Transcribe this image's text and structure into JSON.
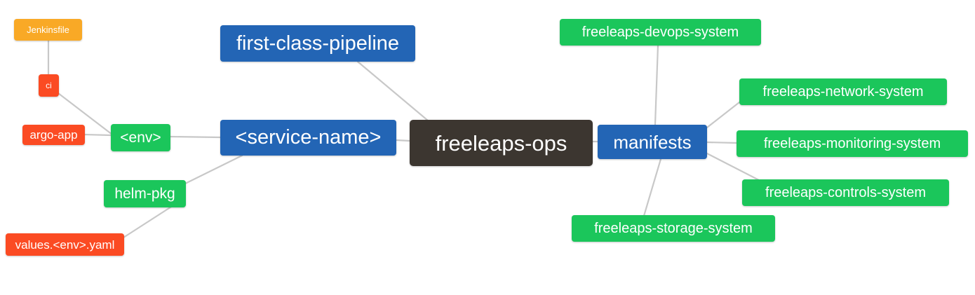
{
  "diagram": {
    "type": "mindmap",
    "title": "freeleaps-ops",
    "background": "#ffffff",
    "edge_color": "#c8c8c8",
    "palette": {
      "root": "#3c3630",
      "blue": "#2365b5",
      "green": "#1bc65b",
      "orange": "#f9a926",
      "red": "#fb4b23",
      "text": "#ffffff"
    }
  },
  "nodes": {
    "root": {
      "label": "freeleaps-ops",
      "color": "#3c3630"
    },
    "first_class_pipeline": {
      "label": "first-class-pipeline",
      "color": "#2365b5"
    },
    "service_name": {
      "label": "<service-name>",
      "color": "#2365b5"
    },
    "manifests": {
      "label": "manifests",
      "color": "#2365b5"
    },
    "env": {
      "label": "<env>",
      "color": "#1bc65b"
    },
    "helm_pkg": {
      "label": "helm-pkg",
      "color": "#1bc65b"
    },
    "jenkinsfile": {
      "label": "Jenkinsfile",
      "color": "#f9a926"
    },
    "ci": {
      "label": "ci",
      "color": "#fb4b23"
    },
    "argo_app": {
      "label": "argo-app",
      "color": "#fb4b23"
    },
    "values_yaml": {
      "label": "values.<env>.yaml",
      "color": "#fb4b23"
    },
    "devops_system": {
      "label": "freeleaps-devops-system",
      "color": "#1bc65b"
    },
    "network_system": {
      "label": "freeleaps-network-system",
      "color": "#1bc65b"
    },
    "monitoring_system": {
      "label": "freeleaps-monitoring-system",
      "color": "#1bc65b"
    },
    "controls_system": {
      "label": "freeleaps-controls-system",
      "color": "#1bc65b"
    },
    "storage_system": {
      "label": "freeleaps-storage-system",
      "color": "#1bc65b"
    }
  },
  "edges": [
    {
      "from": "root",
      "to": "first_class_pipeline"
    },
    {
      "from": "root",
      "to": "service_name"
    },
    {
      "from": "root",
      "to": "manifests"
    },
    {
      "from": "service_name",
      "to": "env"
    },
    {
      "from": "service_name",
      "to": "helm_pkg"
    },
    {
      "from": "env",
      "to": "ci"
    },
    {
      "from": "env",
      "to": "argo_app"
    },
    {
      "from": "ci",
      "to": "jenkinsfile"
    },
    {
      "from": "helm_pkg",
      "to": "values_yaml"
    },
    {
      "from": "manifests",
      "to": "devops_system"
    },
    {
      "from": "manifests",
      "to": "network_system"
    },
    {
      "from": "manifests",
      "to": "monitoring_system"
    },
    {
      "from": "manifests",
      "to": "controls_system"
    },
    {
      "from": "manifests",
      "to": "storage_system"
    }
  ]
}
